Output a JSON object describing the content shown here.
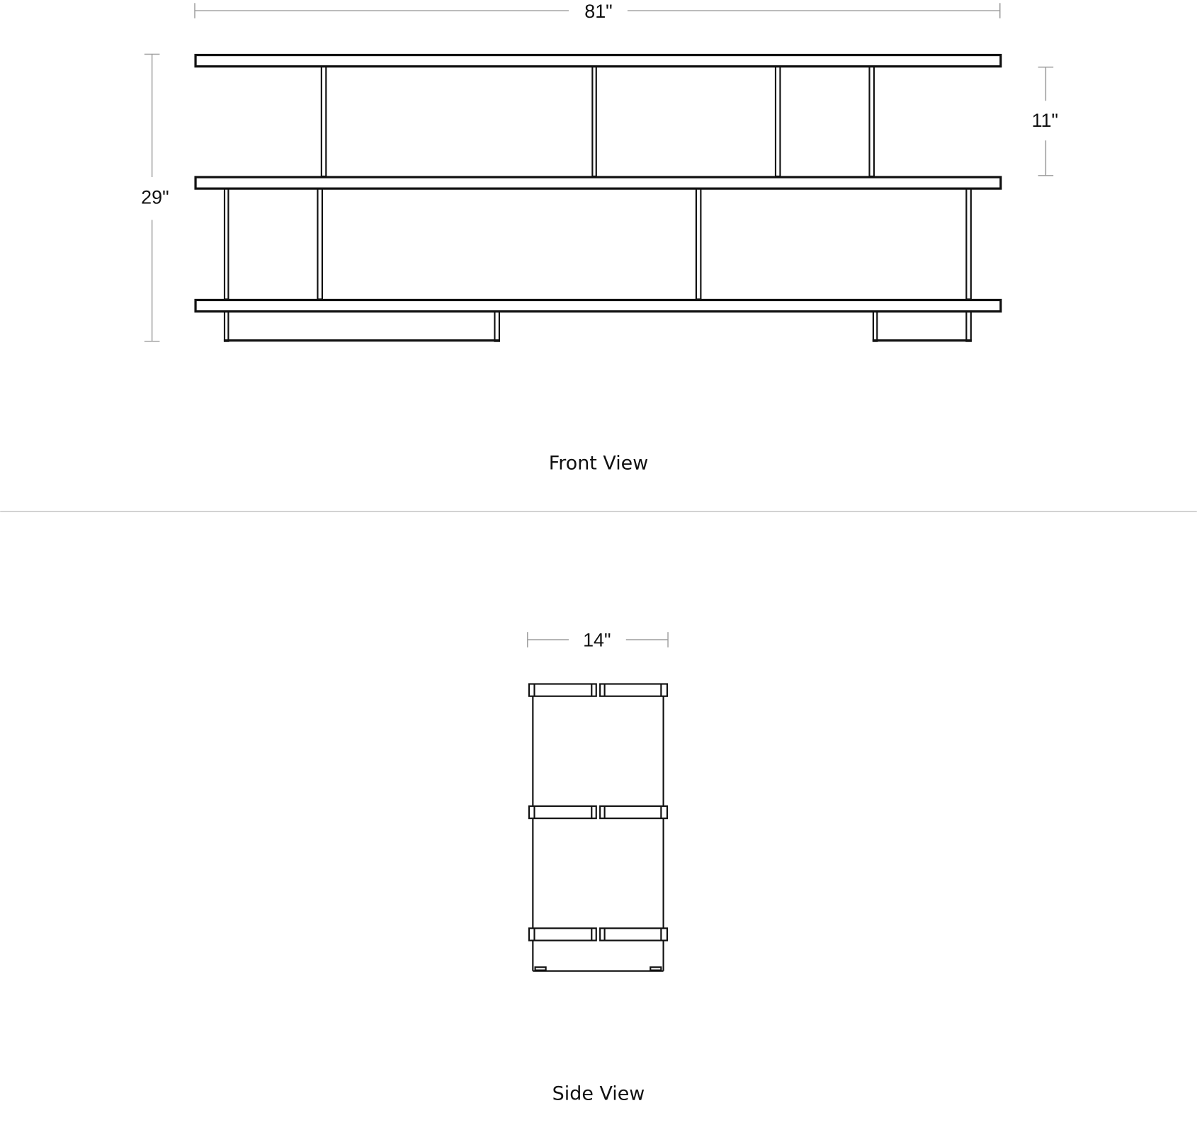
{
  "front_view": {
    "caption": "Front View",
    "width_label": "81\"",
    "height_label": "29\"",
    "shelf_gap_label": "11\""
  },
  "side_view": {
    "caption": "Side View",
    "depth_label": "14\""
  },
  "colors": {
    "line": "#111111",
    "dimension": "#9a9a9a",
    "divider": "#c8c8c8"
  }
}
